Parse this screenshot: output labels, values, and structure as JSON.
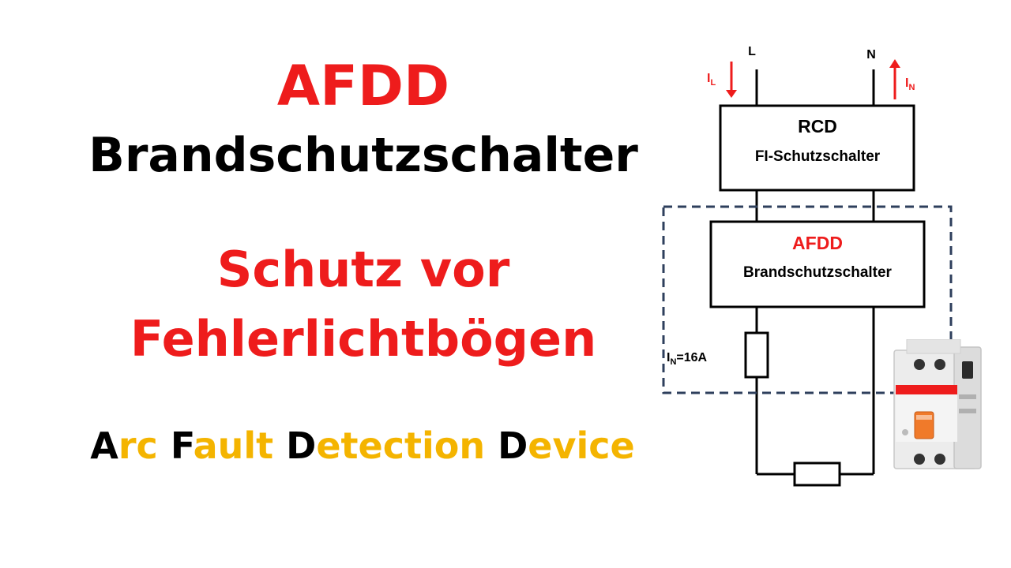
{
  "title": {
    "afdd": "AFDD",
    "brand": "Brandschutzschalter",
    "protection_line1": "Schutz vor",
    "protection_line2": "Fehlerlichtbögen",
    "acronym": [
      {
        "strong": "A",
        "rest": "rc "
      },
      {
        "strong": "F",
        "rest": "ault "
      },
      {
        "strong": "D",
        "rest": "etection "
      },
      {
        "strong": "D",
        "rest": "evice"
      }
    ]
  },
  "diagram": {
    "conductor_l": "L",
    "conductor_n": "N",
    "current_l_main": "I",
    "current_l_sub": "L",
    "current_n_main": "I",
    "current_n_sub": "N",
    "rcd_title": "RCD",
    "rcd_subtitle": "FI-Schutzschalter",
    "afdd_title": "AFDD",
    "afdd_subtitle": "Brandschutzschalter",
    "fuse_label_main": "I",
    "fuse_label_sub": "N",
    "fuse_label_value": "=16A"
  },
  "colors": {
    "accent_red": "#ee1c1c",
    "accent_yellow": "#f4b400",
    "dashed_frame": "#2e3f5c",
    "device_orange": "#f07a2a"
  },
  "icons": {
    "down_arrow": "arrow-down-icon",
    "up_arrow": "arrow-up-icon",
    "device": "afdd-device-photo"
  }
}
